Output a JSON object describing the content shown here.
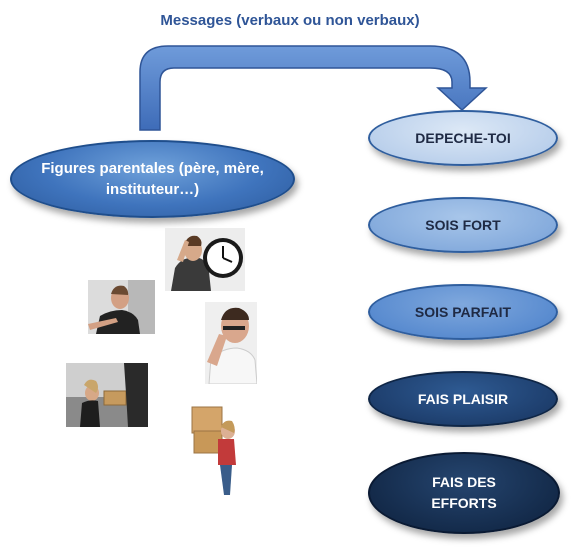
{
  "title": "Messages (verbaux ou  non verbaux)",
  "source": {
    "label": "Figures parentales (père, mère, instituteur…)"
  },
  "messages": [
    {
      "label": "DEPECHE-TOI"
    },
    {
      "label": "SOIS FORT"
    },
    {
      "label": "SOIS PARFAIT"
    },
    {
      "label": "FAIS PLAISIR"
    },
    {
      "label": "FAIS DES EFFORTS"
    }
  ],
  "photos": [
    {
      "icon": "person-with-clock-photo"
    },
    {
      "icon": "angry-person-photo"
    },
    {
      "icon": "person-pinching-nose-photo"
    },
    {
      "icon": "handing-box-photo"
    },
    {
      "icon": "person-carrying-boxes-photo"
    }
  ],
  "colors": {
    "title": "#2F5597",
    "arrow": "#4472C4",
    "source_oval": "#3F74BD",
    "message_dark": "#17325A"
  }
}
